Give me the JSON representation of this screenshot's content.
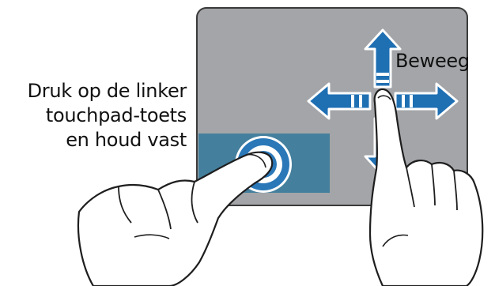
{
  "instruction": {
    "line1": "Druk op de linker",
    "line2": "touchpad-toets",
    "line3": "en houd vast"
  },
  "move_label": "Beweeg",
  "colors": {
    "pad_fill": "#a3a5a8",
    "pad_border": "#3a3a3a",
    "button_zone": "#447f9d",
    "arrow_fill": "#1f6fb3",
    "arrow_outline": "#ffffff",
    "touch_ring": "#2a78b8",
    "hand_stroke": "#1e1e1e",
    "text": "#111111"
  },
  "icons": {
    "touchpad": "touchpad-icon",
    "left_hand": "left-hand-icon",
    "right_hand": "right-hand-icon",
    "touch_point": "touch-point-icon",
    "arrows": [
      "arrow-up-icon",
      "arrow-down-icon",
      "arrow-left-icon",
      "arrow-right-icon"
    ]
  }
}
